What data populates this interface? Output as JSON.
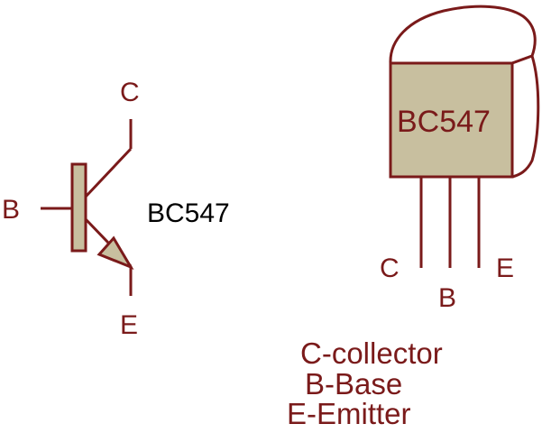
{
  "symbol": {
    "collector_label": "C",
    "base_label": "B",
    "emitter_label": "E",
    "part_name": "BC547"
  },
  "package": {
    "part_name": "BC547",
    "pin_labels": [
      "C",
      "B",
      "E"
    ]
  },
  "legend": {
    "items": [
      "C-collector",
      "B-Base",
      "E-Emitter"
    ]
  },
  "colors": {
    "line": "#7a1a1a",
    "body_fill": "#c8bf9f",
    "text_black": "#000000",
    "background": "#ffffff"
  }
}
